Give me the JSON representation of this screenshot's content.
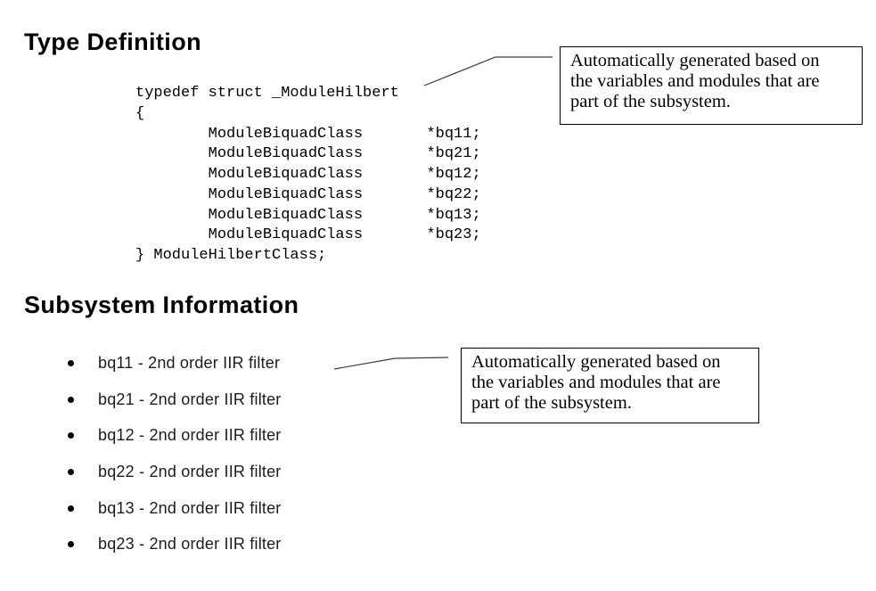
{
  "page": {
    "background_color": "#ffffff",
    "text_color": "#000000",
    "leader_line_color": "#3c3c3c",
    "icons": {
      "bullet_icon": "•"
    }
  },
  "type_definition": {
    "heading": "Type Definition",
    "code_lines": [
      "typedef struct _ModuleHilbert",
      "{",
      "        ModuleBiquadClass       *bq11;",
      "        ModuleBiquadClass       *bq21;",
      "        ModuleBiquadClass       *bq12;",
      "        ModuleBiquadClass       *bq22;",
      "        ModuleBiquadClass       *bq13;",
      "        ModuleBiquadClass       *bq23;",
      "} ModuleHilbertClass;"
    ]
  },
  "subsystem_information": {
    "heading": "Subsystem Information",
    "items": [
      "bq11 - 2nd order IIR filter",
      "bq21 - 2nd order IIR filter",
      "bq12 - 2nd order IIR filter",
      "bq22 - 2nd order IIR filter",
      "bq13 - 2nd order IIR filter",
      "bq23 - 2nd order IIR filter"
    ]
  },
  "callouts": [
    {
      "lines": [
        "Automatically generated based on",
        "the variables and modules that are",
        "part of the subsystem."
      ]
    },
    {
      "lines": [
        "Automatically generated based on",
        "the variables and modules that are",
        "part of the subsystem."
      ]
    }
  ]
}
